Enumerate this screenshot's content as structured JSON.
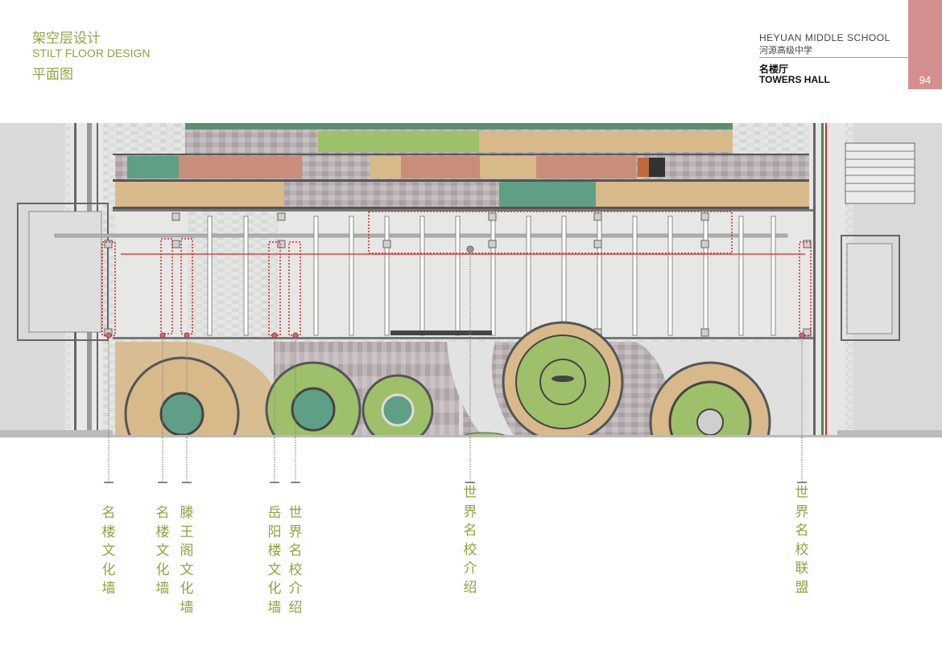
{
  "header": {
    "title_zh": "架空层设计",
    "title_en": "STILT FLOOR DESIGN",
    "subtitle_zh": "平面图",
    "school_en": "HEYUAN  MIDDLE SCHOOL",
    "school_zh": "河源高级中学",
    "hall_zh": "名楼厅",
    "hall_en": "TOWERS HALL",
    "page_number": "94"
  },
  "labels": [
    {
      "text": "名楼文化墙"
    },
    {
      "text": "名楼文化墙"
    },
    {
      "text": "滕王阁文化墙"
    },
    {
      "text": "岳阳楼文化墙"
    },
    {
      "text": "世界名校介绍"
    },
    {
      "text": "世界名校介绍"
    },
    {
      "text": "世界名校联盟"
    }
  ],
  "colors": {
    "accent_green": "#8ea443",
    "tab_pink": "#d49091",
    "callout_red": "#cc2b2b",
    "lawn_green": "#9fc06a",
    "tan": "#d8b98a",
    "teal": "#5e9f86",
    "brick": "#c98e7a"
  }
}
